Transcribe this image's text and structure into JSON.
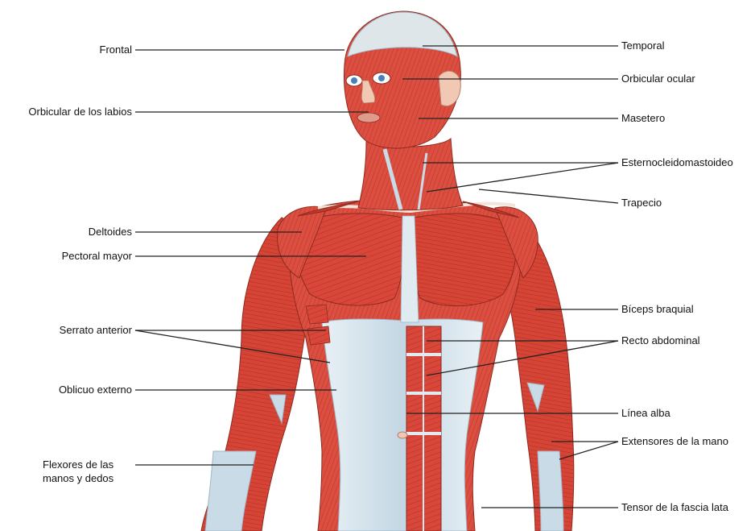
{
  "labels_left": {
    "frontal": "Frontal",
    "orbicular_labios": "Orbicular de los labios",
    "deltoides": "Deltoides",
    "pectoral_mayor": "Pectoral mayor",
    "serrato_anterior": "Serrato anterior",
    "oblicuo_externo": "Oblicuo externo",
    "flexores": "Flexores de las\nmanos y dedos"
  },
  "labels_right": {
    "temporal": "Temporal",
    "orbicular_ocular": "Orbicular ocular",
    "masetero": "Masetero",
    "esternocleidomastoideo": "Esternocleidomastoideo",
    "trapecio": "Trapecio",
    "biceps_braquial": "Bíceps braquial",
    "recto_abdominal": "Recto abdominal",
    "linea_alba": "Línea alba",
    "extensores_mano": "Extensores de la mano",
    "tensor_fascia_lata": "Tensor de la fascia lata"
  },
  "colors": {
    "muscle": "#d9473a",
    "muscle_dark": "#b83227",
    "muscle_light": "#e8705d",
    "tendon": "#c9dbe6",
    "fascia": "#dfeaf1",
    "skin": "#f0c8b4",
    "leader_line": "#222222"
  }
}
